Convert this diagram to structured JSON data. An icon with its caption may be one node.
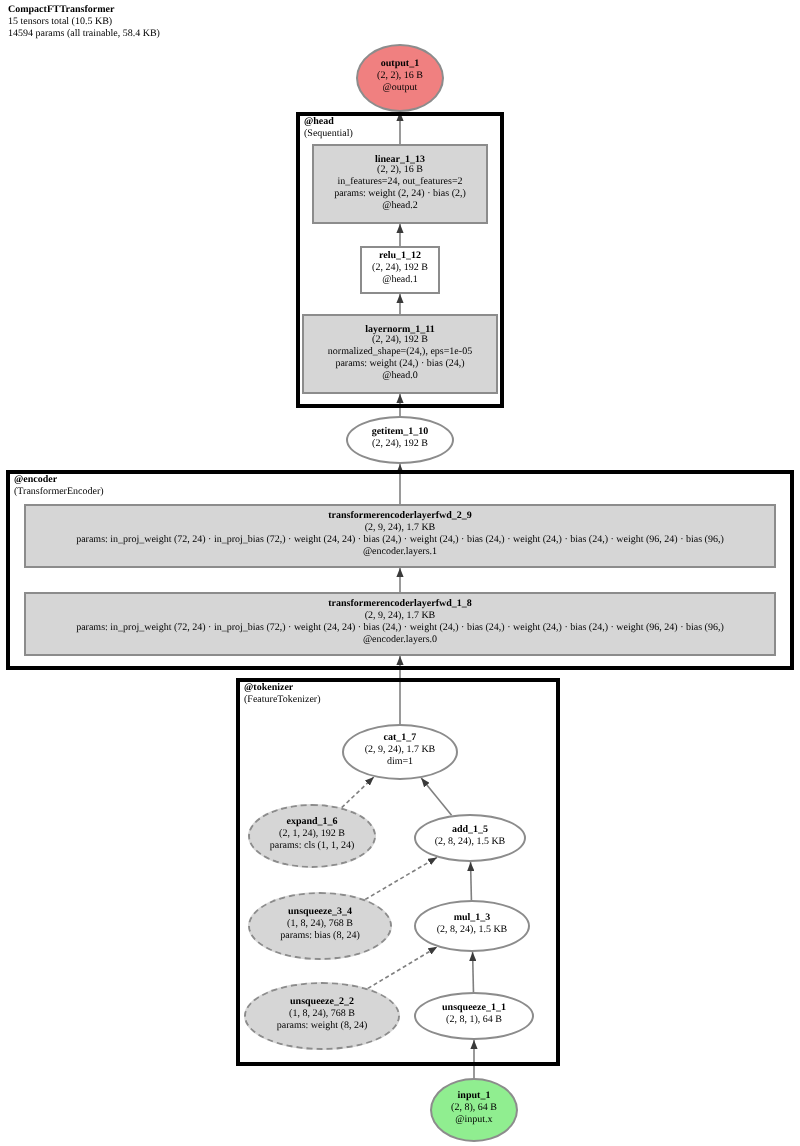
{
  "diagram": {
    "title": "CompactFTTransformer",
    "nodes": [
      {
        "text": [
          "output_1",
          "(2, 2), 16 B",
          "@output"
        ]
      },
      {
        "text": [
          "@head",
          "(Sequential)"
        ]
      },
      {
        "text": [
          "linear_1_13",
          "(2, 2), 16 B",
          "in_features=24, out_features=2",
          "params: weight (2, 24) · bias (2,)",
          "@head.2"
        ],
        "in": 1
      },
      {
        "text": [
          "relu_1_12",
          "(2, 24), 192 B",
          "@head.1"
        ],
        "in": 1
      },
      {
        "text": [
          "layernorm_1_11",
          "(2, 24), 192 B",
          "normalized_shape=(24,), eps=1e-05",
          "params: weight (24,) · bias (24,)",
          "@head.0"
        ],
        "in": 1
      },
      {
        "text": [
          "getitem_1_10",
          "(2, 24), 192 B"
        ]
      },
      {
        "text": [
          "@encoder",
          "(TransformerEncoder)"
        ]
      },
      {
        "text": [
          "transformerencoderlayerfwd_2_9",
          "(2, 9, 24), 1.7 KB",
          "params: in_proj_weight (72, 24) · in_proj_bias (72,) · weight (24, 24) · bias (24,) · weight (24,) · bias (24,) · weight (24,) · bias (24,) · weight (96, 24) · bias (96,)",
          "@encoder.layers.1"
        ],
        "in": 6
      },
      {
        "text": [
          "transformerencoderlayerfwd_1_8",
          "(2, 9, 24), 1.7 KB",
          "params: in_proj_weight (72, 24) · in_proj_bias (72,) · weight (24, 24) · bias (24,) · weight (24,) · bias (24,) · weight (24,) · bias (24,) · weight (96, 24) · bias (96,)",
          "@encoder.layers.0"
        ],
        "in": 6
      },
      {
        "text": [
          "@tokenizer",
          "(FeatureTokenizer)"
        ]
      },
      {
        "text": [
          "cat_1_7",
          "(2, 9, 24), 1.7 KB",
          "dim=1"
        ],
        "in": 9
      },
      {
        "text": [
          "expand_1_6",
          "(2, 1, 24), 192 B",
          "params: cls (1, 1, 24)"
        ],
        "in": 9
      },
      {
        "text": [
          "add_1_5",
          "(2, 8, 24), 1.5 KB"
        ],
        "in": 9
      },
      {
        "text": [
          "unsqueeze_3_4",
          "(1, 8, 24), 768 B",
          "params: bias (8, 24)"
        ],
        "in": 9
      },
      {
        "text": [
          "mul_1_3",
          "(2, 8, 24), 1.5 KB"
        ],
        "in": 9
      },
      {
        "text": [
          "unsqueeze_2_2",
          "(1, 8, 24), 768 B",
          "params: weight (8, 24)"
        ],
        "in": 9
      },
      {
        "text": [
          "unsqueeze_1_1",
          "(2, 8, 1), 64 B"
        ],
        "in": 9
      },
      {
        "text": [
          "input_1",
          "(2, 8), 64 B",
          "@input.x"
        ]
      }
    ],
    "edges": [
      {
        "from": 17,
        "to": 16,
        "arrow": "to"
      },
      {
        "from": 16,
        "to": 14,
        "arrow": "to"
      },
      {
        "from": 15,
        "to": 14,
        "arrow": "to",
        "style": "dashed"
      },
      {
        "from": 14,
        "to": 12,
        "arrow": "to"
      },
      {
        "from": 13,
        "to": 12,
        "arrow": "to",
        "style": "dashed"
      },
      {
        "from": 12,
        "to": 10,
        "arrow": "to"
      },
      {
        "from": 11,
        "to": 10,
        "arrow": "to",
        "style": "dashed"
      },
      {
        "from": 10,
        "to": 8,
        "arrow": "to"
      },
      {
        "from": 8,
        "to": 7,
        "arrow": "to"
      },
      {
        "from": 7,
        "to": 5,
        "arrow": "to"
      },
      {
        "from": 5,
        "to": 4,
        "arrow": "to"
      },
      {
        "from": 4,
        "to": 3,
        "arrow": "to"
      },
      {
        "from": 3,
        "to": 2,
        "arrow": "to"
      },
      {
        "from": 2,
        "to": 0,
        "arrow": "to"
      }
    ],
    "labels": [
      "15 tensors total (10.5 KB)",
      "14594 params (all trainable, 58.4 KB)"
    ]
  }
}
